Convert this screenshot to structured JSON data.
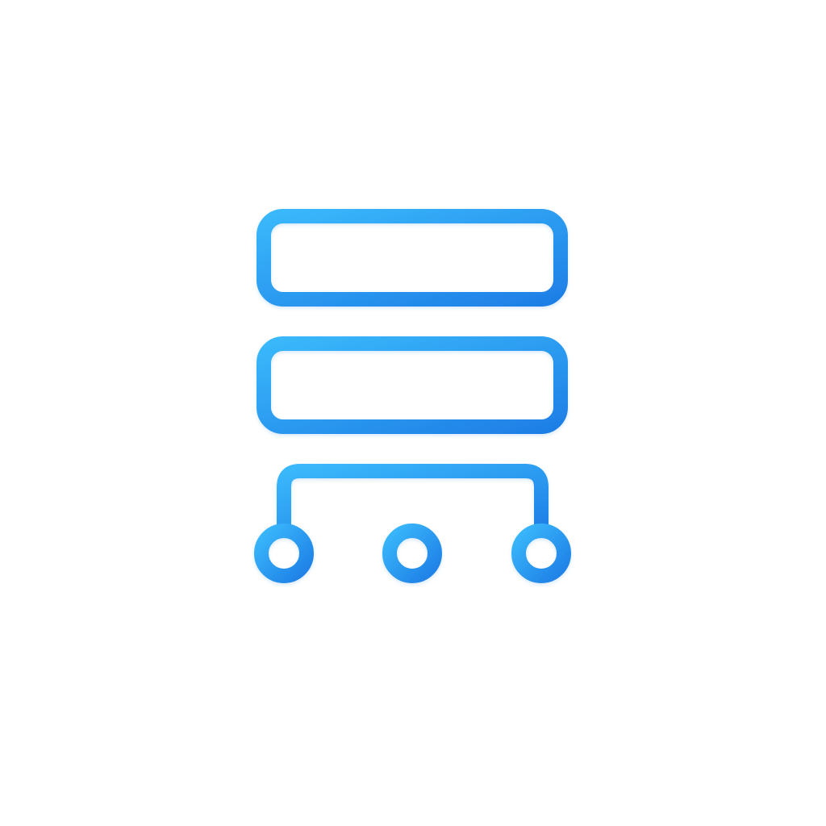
{
  "icon": {
    "name": "hierarchy-network-icon",
    "description_visible_text": "",
    "gradient": {
      "start": "#3AB8FB",
      "end": "#1E7FE6"
    },
    "background": "#FFFFFF",
    "components": [
      "top-box",
      "middle-box",
      "connector-trunk",
      "branch-bar",
      "node-left",
      "node-center",
      "node-right"
    ]
  }
}
